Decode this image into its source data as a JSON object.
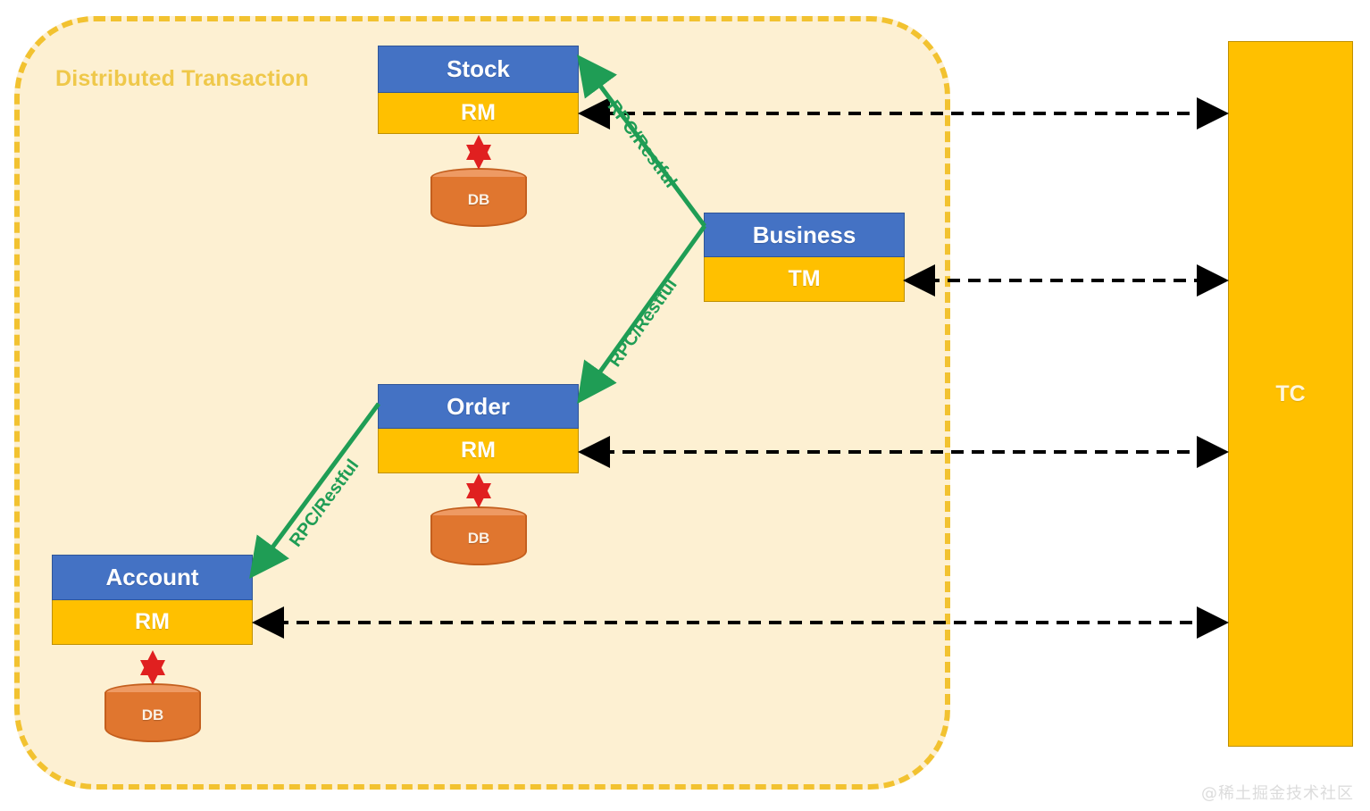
{
  "diagram": {
    "title": "Distributed Transaction",
    "watermark": "@稀土掘金技术社区",
    "colors": {
      "region_fill": "#FDF0D2",
      "region_border": "#F2C230",
      "service_header": "#4472C4",
      "service_footer": "#FFC000",
      "db_body": "#E0762F",
      "db_top": "#EE9A63",
      "rpc_line": "#1F9D55",
      "tc_fill": "#FFC000",
      "db_link": "#E02020",
      "tc_link": "#000000"
    }
  },
  "services": [
    {
      "id": "stock",
      "name": "Stock",
      "role": "RM",
      "db": "DB"
    },
    {
      "id": "order",
      "name": "Order",
      "role": "RM",
      "db": "DB"
    },
    {
      "id": "account",
      "name": "Account",
      "role": "RM",
      "db": "DB"
    },
    {
      "id": "business",
      "name": "Business",
      "role": "TM",
      "db": null
    }
  ],
  "coordinator": {
    "label": "TC"
  },
  "rpc_links": [
    {
      "from": "business",
      "to": "stock",
      "label": "RPC/Restful"
    },
    {
      "from": "business",
      "to": "order",
      "label": "RPC/Restful"
    },
    {
      "from": "order",
      "to": "account",
      "label": "RPC/Restful"
    }
  ],
  "tc_links": [
    {
      "from": "stock",
      "to": "TC",
      "style": "dashed-bidirectional"
    },
    {
      "from": "business",
      "to": "TC",
      "style": "dashed-bidirectional"
    },
    {
      "from": "order",
      "to": "TC",
      "style": "dashed-bidirectional"
    },
    {
      "from": "account",
      "to": "TC",
      "style": "dashed-bidirectional"
    }
  ],
  "db_links": [
    {
      "service": "stock",
      "style": "red-bidirectional"
    },
    {
      "service": "order",
      "style": "red-bidirectional"
    },
    {
      "service": "account",
      "style": "red-bidirectional"
    }
  ]
}
